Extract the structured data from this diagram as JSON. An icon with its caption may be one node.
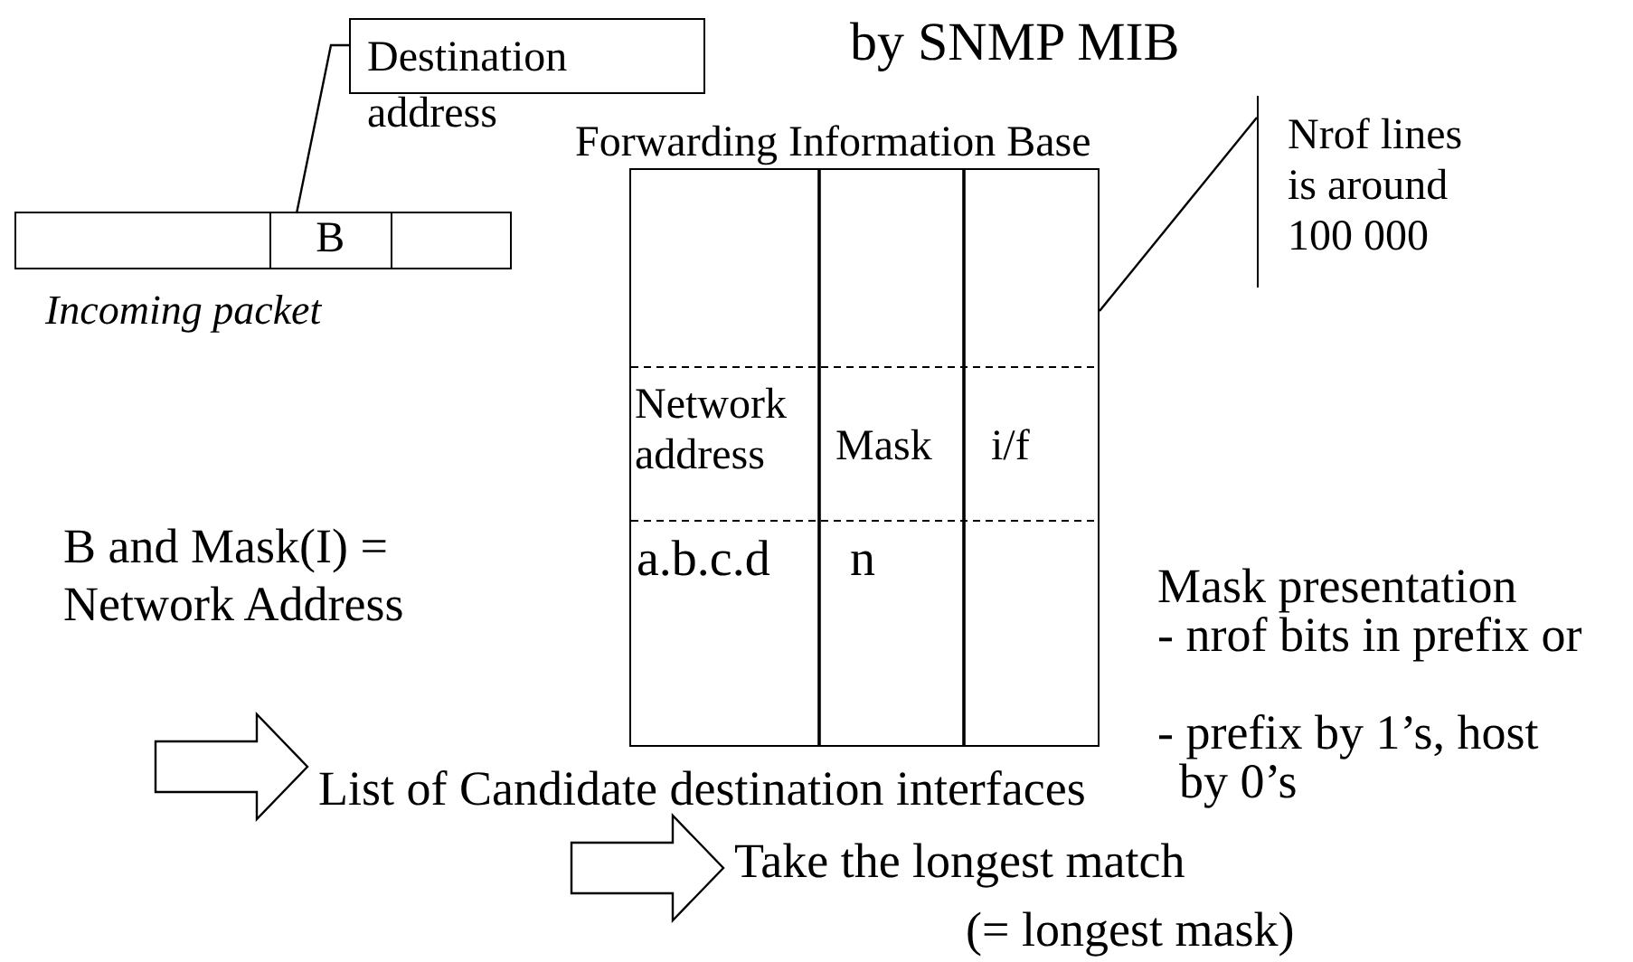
{
  "diagram": {
    "nodes": [
      {
        "text": [
          "Destination address"
        ]
      },
      {
        "text": [],
        "shape": "box",
        "beside": [
          "Incoming packet"
        ]
      },
      {
        "text": [],
        "shape": "box",
        "in": 1
      },
      {
        "text": [
          "B"
        ],
        "in": 1
      },
      {
        "text": [],
        "shape": "box",
        "in": 1
      },
      {
        "text": [
          "Forwarding Information Base"
        ]
      },
      {
        "text": [
          "Nrof lines is around 100 000"
        ]
      },
      {
        "text": [
          "List of Candidate destination interfaces"
        ]
      },
      {
        "text": [
          "Take the longest match",
          "(= longest mask)"
        ]
      }
    ],
    "edges": [
      {
        "from": 0,
        "to": 3,
        "arrow": "none"
      },
      {
        "from": 6,
        "to": 5,
        "arrow": "none"
      },
      {
        "from": null,
        "to": 7,
        "arrow": "to",
        "style": "thick"
      },
      {
        "from": null,
        "to": 8,
        "arrow": "to",
        "style": "thick"
      }
    ],
    "labels": [
      "by SNMP MIB",
      "Network address",
      "Mask",
      "i/f",
      "Mask presentation",
      "B and Mask(I) = Network Address",
      "a.b.c.d",
      "n",
      "- nrof bits in prefix or",
      "- prefix by 1’s, host by 0’s"
    ]
  }
}
